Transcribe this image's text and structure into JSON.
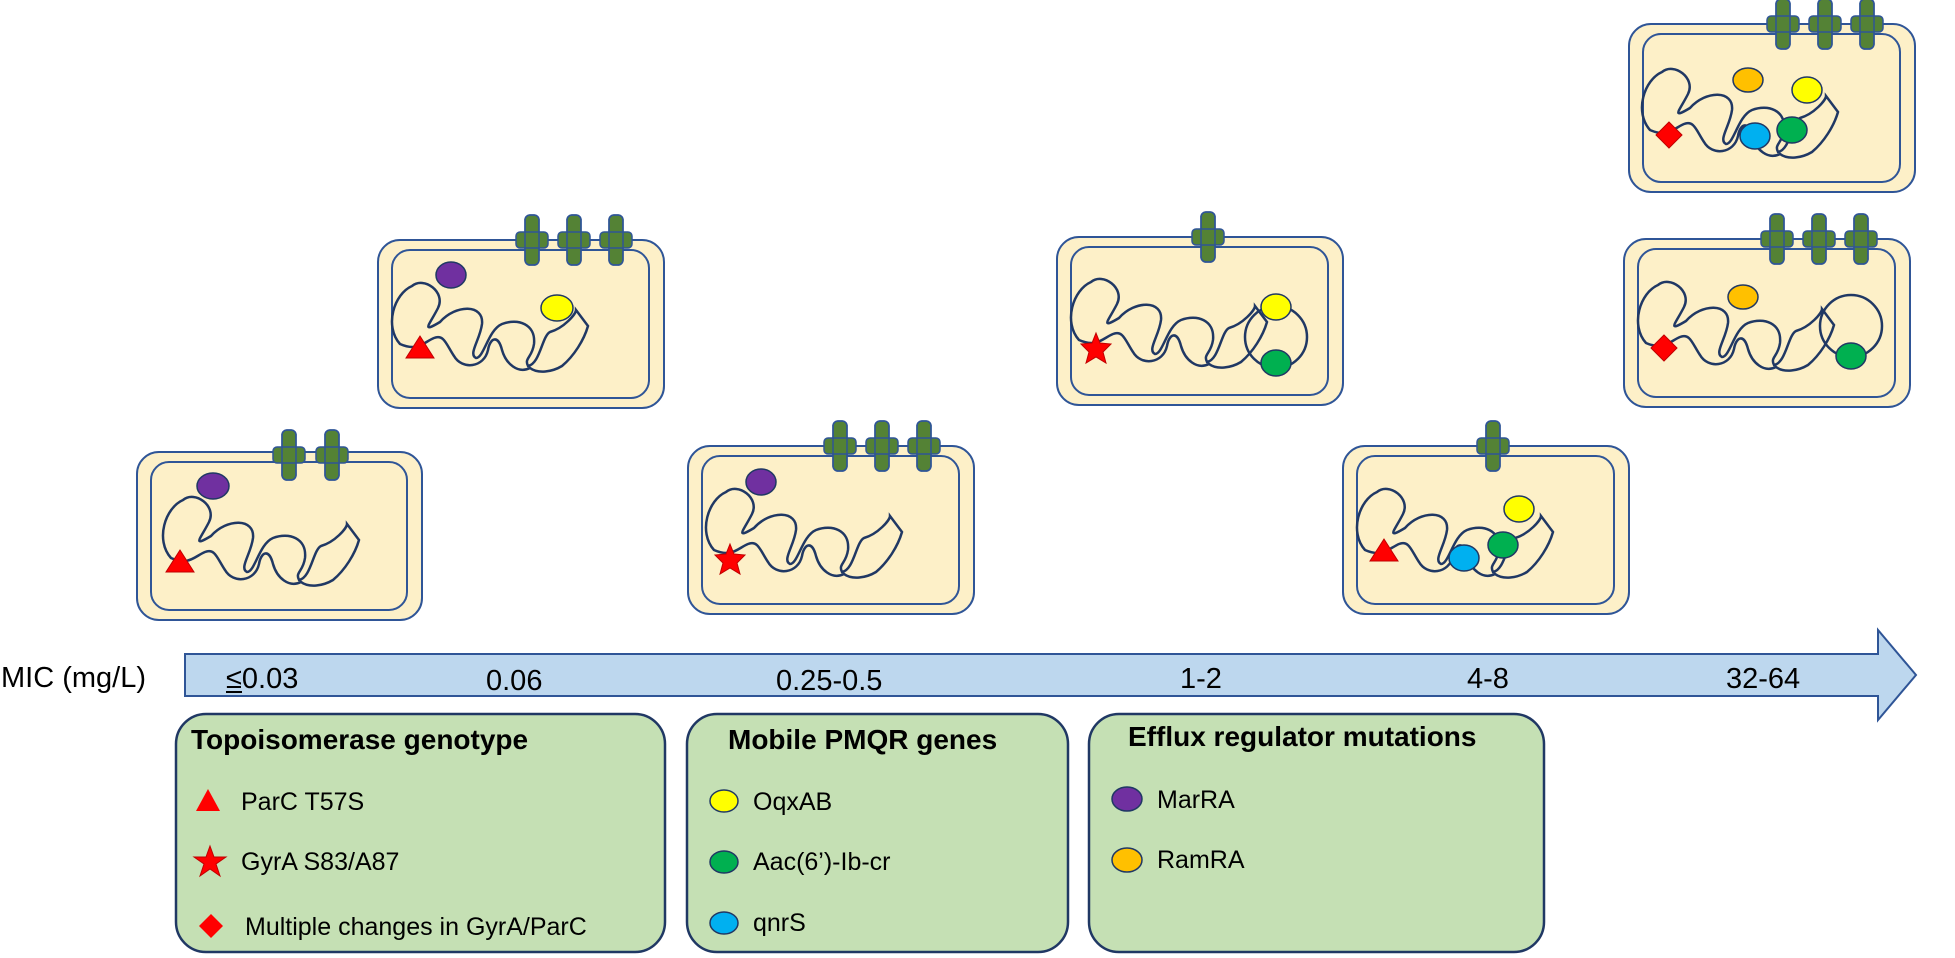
{
  "axis": {
    "label": "MIC (mg/L)",
    "ticks": [
      "≤0.03",
      "0.06",
      "0.25-0.5",
      "1-2",
      "4-8",
      "32-64"
    ]
  },
  "legends": {
    "topoisomerase": {
      "title": "Topoisomerase genotype",
      "items": [
        {
          "symbol": "triangle",
          "color": "#ff0000",
          "label": "ParC T57S"
        },
        {
          "symbol": "star",
          "color": "#ff0000",
          "label": "GyrA S83/A87"
        },
        {
          "symbol": "diamond",
          "color": "#ff0000",
          "label": "Multiple changes in GyrA/ParC"
        }
      ]
    },
    "pmqr": {
      "title": "Mobile PMQR genes",
      "items": [
        {
          "symbol": "circle",
          "color": "#ffff00",
          "label": "OqxAB"
        },
        {
          "symbol": "circle",
          "color": "#00b050",
          "label": "Aac(6’)-Ib-cr"
        },
        {
          "symbol": "circle",
          "color": "#00b0f0",
          "label": "qnrS"
        }
      ]
    },
    "efflux": {
      "title": "Efflux regulator mutations",
      "items": [
        {
          "symbol": "circle",
          "color": "#7030a0",
          "label": "MarRA"
        },
        {
          "symbol": "circle",
          "color": "#ffc000",
          "label": "RamRA"
        }
      ]
    }
  },
  "colors": {
    "cell_fill": "#fdf0c8",
    "cell_stroke": "#2f5597",
    "pump": "#548235",
    "arrow_fill": "#bdd7ee",
    "legend_fill": "#c5e0b4",
    "legend_stroke": "#203864"
  }
}
